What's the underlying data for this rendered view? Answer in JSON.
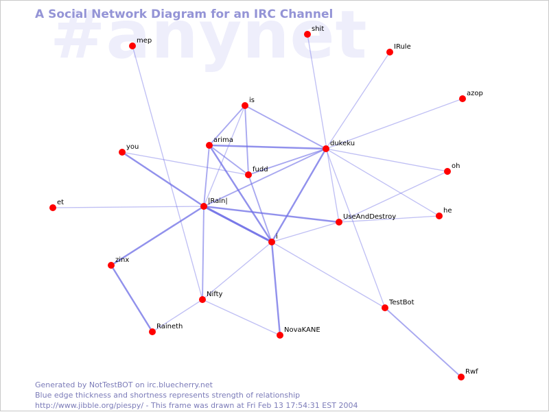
{
  "watermark": "#anynet",
  "title": "A Social Network Diagram for an IRC Channel",
  "colors": {
    "edge": "#6e6ee6",
    "node": "#ff0000",
    "title": "#9494d6",
    "watermark": "#eeeefb",
    "footer": "#7b7bb8"
  },
  "graph": {
    "nodes": [
      {
        "id": "shit",
        "label": "shit"
      },
      {
        "id": "mep",
        "label": "mep"
      },
      {
        "id": "IRule",
        "label": "IRule"
      },
      {
        "id": "azop",
        "label": "azop"
      },
      {
        "id": "is",
        "label": "is"
      },
      {
        "id": "arima",
        "label": "arima"
      },
      {
        "id": "dukeku",
        "label": "dukeku"
      },
      {
        "id": "you",
        "label": "you"
      },
      {
        "id": "fudd",
        "label": "fudd"
      },
      {
        "id": "oh",
        "label": "oh"
      },
      {
        "id": "et",
        "label": "et"
      },
      {
        "id": "Rain",
        "label": "|Rain|"
      },
      {
        "id": "he",
        "label": "he"
      },
      {
        "id": "UseAndDestroy",
        "label": "UseAndDestroy"
      },
      {
        "id": "i",
        "label": "i"
      },
      {
        "id": "zinx",
        "label": "zinx"
      },
      {
        "id": "Nifty",
        "label": "Nifty"
      },
      {
        "id": "TestBot",
        "label": "TestBot"
      },
      {
        "id": "Raineth",
        "label": "Raineth"
      },
      {
        "id": "NovaKANE",
        "label": "NovaKANE"
      },
      {
        "id": "Rwf",
        "label": "Rwf"
      }
    ],
    "edges": [
      {
        "source": "mep",
        "target": "Nifty",
        "strength": 1
      },
      {
        "source": "shit",
        "target": "UseAndDestroy",
        "strength": 1
      },
      {
        "source": "IRule",
        "target": "dukeku",
        "strength": 1
      },
      {
        "source": "azop",
        "target": "dukeku",
        "strength": 1
      },
      {
        "source": "is",
        "target": "arima",
        "strength": 2
      },
      {
        "source": "is",
        "target": "fudd",
        "strength": 2
      },
      {
        "source": "is",
        "target": "dukeku",
        "strength": 2
      },
      {
        "source": "is",
        "target": "Rain",
        "strength": 1
      },
      {
        "source": "arima",
        "target": "dukeku",
        "strength": 3
      },
      {
        "source": "arima",
        "target": "fudd",
        "strength": 2
      },
      {
        "source": "arima",
        "target": "Rain",
        "strength": 2
      },
      {
        "source": "arima",
        "target": "i",
        "strength": 3
      },
      {
        "source": "you",
        "target": "Rain",
        "strength": 3
      },
      {
        "source": "you",
        "target": "fudd",
        "strength": 1
      },
      {
        "source": "fudd",
        "target": "dukeku",
        "strength": 2
      },
      {
        "source": "fudd",
        "target": "i",
        "strength": 2
      },
      {
        "source": "dukeku",
        "target": "Rain",
        "strength": 2
      },
      {
        "source": "dukeku",
        "target": "i",
        "strength": 3
      },
      {
        "source": "dukeku",
        "target": "oh",
        "strength": 1
      },
      {
        "source": "dukeku",
        "target": "he",
        "strength": 1
      },
      {
        "source": "dukeku",
        "target": "TestBot",
        "strength": 1
      },
      {
        "source": "et",
        "target": "Rain",
        "strength": 1
      },
      {
        "source": "Rain",
        "target": "UseAndDestroy",
        "strength": 3
      },
      {
        "source": "Rain",
        "target": "i",
        "strength": 4
      },
      {
        "source": "Rain",
        "target": "zinx",
        "strength": 3
      },
      {
        "source": "Rain",
        "target": "Nifty",
        "strength": 2
      },
      {
        "source": "oh",
        "target": "UseAndDestroy",
        "strength": 1
      },
      {
        "source": "he",
        "target": "UseAndDestroy",
        "strength": 1
      },
      {
        "source": "UseAndDestroy",
        "target": "i",
        "strength": 1
      },
      {
        "source": "i",
        "target": "Nifty",
        "strength": 1
      },
      {
        "source": "i",
        "target": "NovaKANE",
        "strength": 3
      },
      {
        "source": "i",
        "target": "TestBot",
        "strength": 1
      },
      {
        "source": "zinx",
        "target": "Raineth",
        "strength": 3
      },
      {
        "source": "Nifty",
        "target": "Raineth",
        "strength": 1
      },
      {
        "source": "Nifty",
        "target": "NovaKANE",
        "strength": 1
      },
      {
        "source": "TestBot",
        "target": "Rwf",
        "strength": 2
      }
    ]
  },
  "footer": {
    "line1": "Generated by NotTestBOT on irc.bluecherry.net",
    "line2": "Blue edge thickness and shortness represents strength of relationship",
    "line3": "http://www.jibble.org/piespy/ - This frame was drawn at Fri Feb 13 17:54:31 EST 2004"
  }
}
